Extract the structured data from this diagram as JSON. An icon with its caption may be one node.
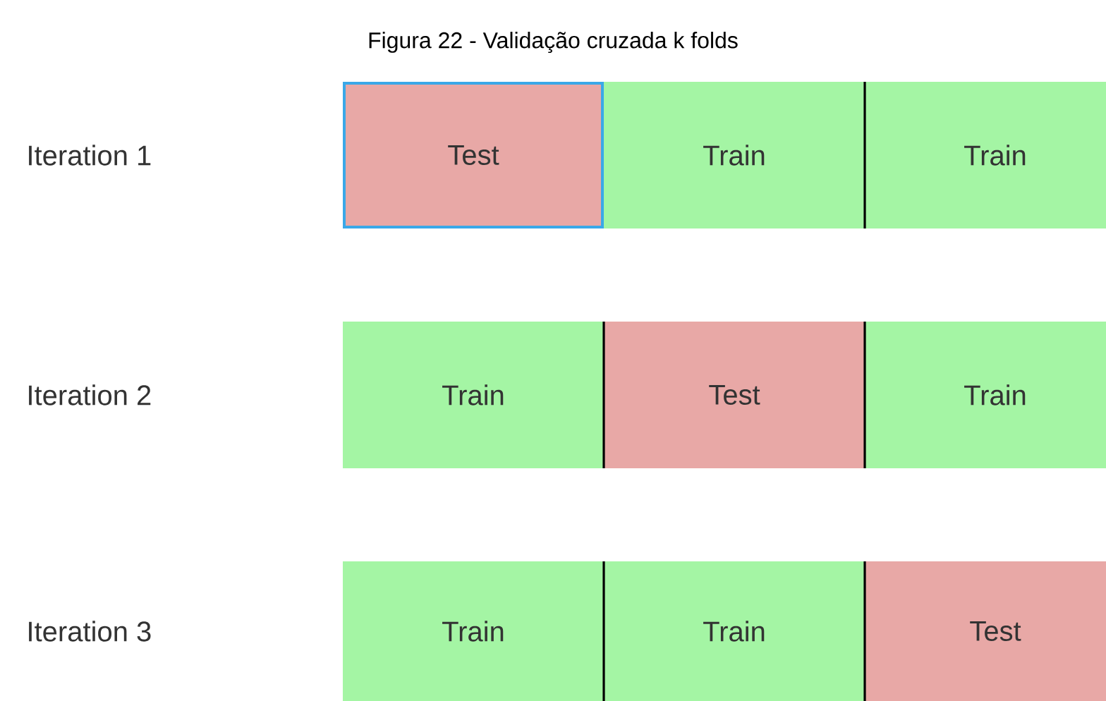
{
  "diagram": {
    "title": "Figura 22 - Validação cruzada k folds",
    "nodes": [
      {
        "text": [
          "Test"
        ]
      },
      {
        "text": [
          "Train"
        ]
      },
      {
        "text": [
          "Train"
        ]
      },
      {
        "text": [
          "Train"
        ]
      },
      {
        "text": [
          "Test"
        ]
      },
      {
        "text": [
          "Train"
        ]
      },
      {
        "text": [
          "Train"
        ]
      },
      {
        "text": [
          "Train"
        ]
      },
      {
        "text": [
          "Test"
        ]
      }
    ],
    "labels": [
      "Iteration 1",
      "Iteration 2",
      "Iteration 3"
    ]
  }
}
